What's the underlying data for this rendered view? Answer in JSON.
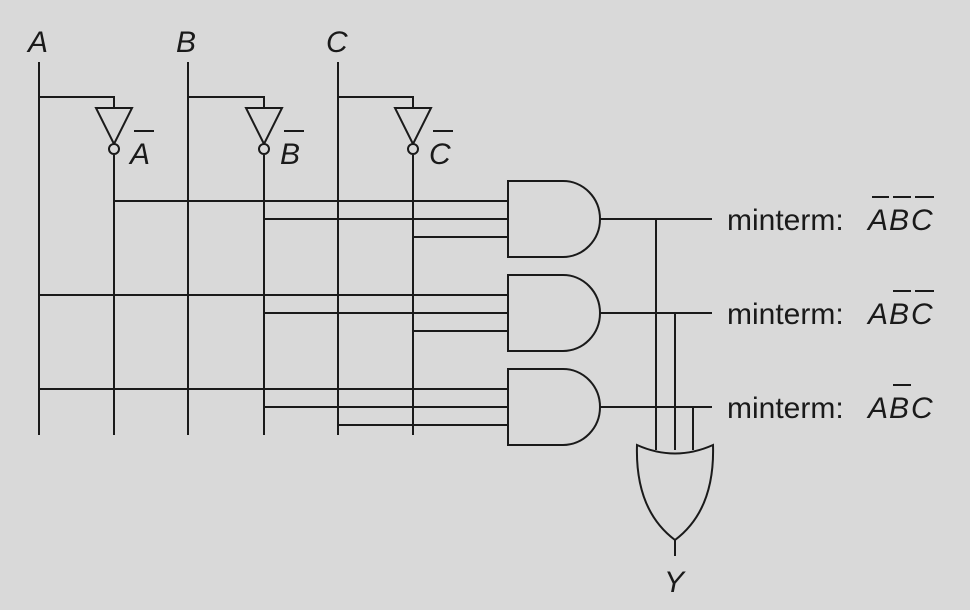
{
  "inputs": {
    "a": "A",
    "b": "B",
    "c": "C"
  },
  "inverted_inputs": {
    "a": "A",
    "b": "B",
    "c": "C"
  },
  "minterms": [
    {
      "prefix": "minterm:",
      "v1": "A",
      "v2": "B",
      "v3": "C",
      "complemented": [
        true,
        true,
        true
      ]
    },
    {
      "prefix": "minterm:",
      "v1": "A",
      "v2": "B",
      "v3": "C",
      "complemented": [
        false,
        true,
        true
      ]
    },
    {
      "prefix": "minterm:",
      "v1": "A",
      "v2": "B",
      "v3": "C",
      "complemented": [
        false,
        true,
        false
      ]
    }
  ],
  "output": "Y"
}
